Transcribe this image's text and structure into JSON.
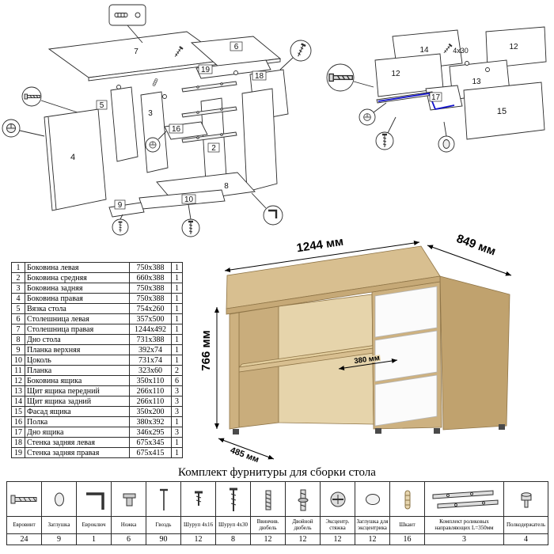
{
  "page": {
    "hardware_title": "Комплект фурнитуры для сборки стола"
  },
  "parts_table": {
    "rows": [
      {
        "num": "1",
        "name": "Боковина левая",
        "size": "750x388",
        "qty": "1"
      },
      {
        "num": "2",
        "name": "Боковина средняя",
        "size": "660x388",
        "qty": "1"
      },
      {
        "num": "3",
        "name": "Боковина задняя",
        "size": "750x388",
        "qty": "1"
      },
      {
        "num": "4",
        "name": "Боковина правая",
        "size": "750x388",
        "qty": "1"
      },
      {
        "num": "5",
        "name": "Вязка стола",
        "size": "754x260",
        "qty": "1"
      },
      {
        "num": "6",
        "name": "Столешница левая",
        "size": "357x500",
        "qty": "1"
      },
      {
        "num": "7",
        "name": "Столешница правая",
        "size": "1244x492",
        "qty": "1"
      },
      {
        "num": "8",
        "name": "Дно стола",
        "size": "731x388",
        "qty": "1"
      },
      {
        "num": "9",
        "name": "Планка верхняя",
        "size": "392x74",
        "qty": "1"
      },
      {
        "num": "10",
        "name": "Цоколь",
        "size": "731x74",
        "qty": "1"
      },
      {
        "num": "11",
        "name": "Планка",
        "size": "323x60",
        "qty": "2"
      },
      {
        "num": "12",
        "name": "Боковина ящика",
        "size": "350x110",
        "qty": "6"
      },
      {
        "num": "13",
        "name": "Щит ящика передний",
        "size": "266x110",
        "qty": "3"
      },
      {
        "num": "14",
        "name": "Щит ящика задний",
        "size": "266x110",
        "qty": "3"
      },
      {
        "num": "15",
        "name": "Фасад ящика",
        "size": "350x200",
        "qty": "3"
      },
      {
        "num": "16",
        "name": "Полка",
        "size": "380x392",
        "qty": "1"
      },
      {
        "num": "17",
        "name": "Дно ящика",
        "size": "346x295",
        "qty": "3"
      },
      {
        "num": "18",
        "name": "Стенка задняя левая",
        "size": "675x345",
        "qty": "1"
      },
      {
        "num": "19",
        "name": "Стенка задняя правая",
        "size": "675x415",
        "qty": "1"
      }
    ]
  },
  "desk_dimensions": {
    "width": "1244 мм",
    "depth": "849 мм",
    "height": "766 мм",
    "shelf": "380 мм",
    "left_depth": "485 мм"
  },
  "desk_colors": {
    "wood": "#d8bf90",
    "wood_dark": "#c0a26e",
    "drawer": "#fbfbfb"
  },
  "diagram_left": {
    "labels": [
      "7",
      "6",
      "19",
      "18",
      "4",
      "5",
      "3",
      "16",
      "2",
      "8",
      "10",
      "9"
    ]
  },
  "diagram_right": {
    "labels": [
      "14",
      "12",
      "12",
      "13",
      "17",
      "15"
    ],
    "screw_note": "4x30"
  },
  "hardware_table": {
    "items": [
      {
        "name": "Евровинт",
        "qty": "24"
      },
      {
        "name": "Заглушка",
        "qty": "9"
      },
      {
        "name": "Евроключ",
        "qty": "1"
      },
      {
        "name": "Ножка",
        "qty": "6"
      },
      {
        "name": "Гвоздь",
        "qty": "90"
      },
      {
        "name": "Шуруп 4x16",
        "qty": "12"
      },
      {
        "name": "Шуруп 4x30",
        "qty": "8"
      },
      {
        "name": "Ввинчив. дюбель",
        "qty": "12"
      },
      {
        "name": "Двойной дюбель",
        "qty": "12"
      },
      {
        "name": "Эксцентр. стяжка",
        "qty": "12"
      },
      {
        "name": "Заглушка для эксцентрика",
        "qty": "12"
      },
      {
        "name": "Шкант",
        "qty": "16"
      },
      {
        "name": "Комплект роликовых направляющих L=350мм",
        "qty": "3"
      },
      {
        "name": "Полкодержатель",
        "qty": "4"
      }
    ]
  }
}
